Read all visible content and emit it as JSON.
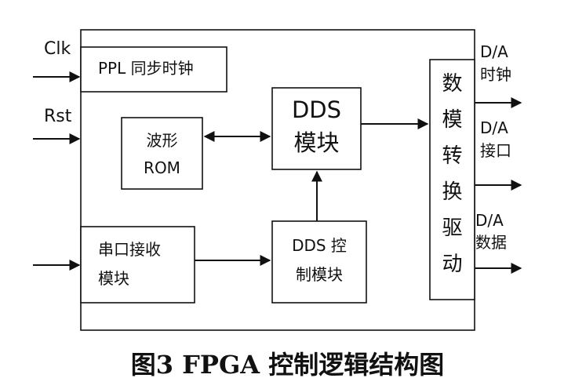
{
  "signals": {
    "clk": "Clk",
    "rst": "Rst"
  },
  "blocks": {
    "ppl": "PPL 同步时钟",
    "rom_line1": "波形",
    "rom_line2": "ROM",
    "dds_line1": "DDS",
    "dds_line2": "模块",
    "serial_line1": "串口接收",
    "serial_line2": "模块",
    "ddsctrl_line1": "DDS 控",
    "ddsctrl_line2": "制模块",
    "dac_chars": [
      "数",
      "模",
      "转",
      "换",
      "驱",
      "动"
    ]
  },
  "outputs": {
    "clock_line1": "D/A",
    "clock_line2": "时钟",
    "interface_line1": "D/A",
    "interface_line2": "接口",
    "data_line1": "D/A",
    "data_line2": "数据"
  },
  "caption": "图3  FPGA 控制逻辑结构图"
}
